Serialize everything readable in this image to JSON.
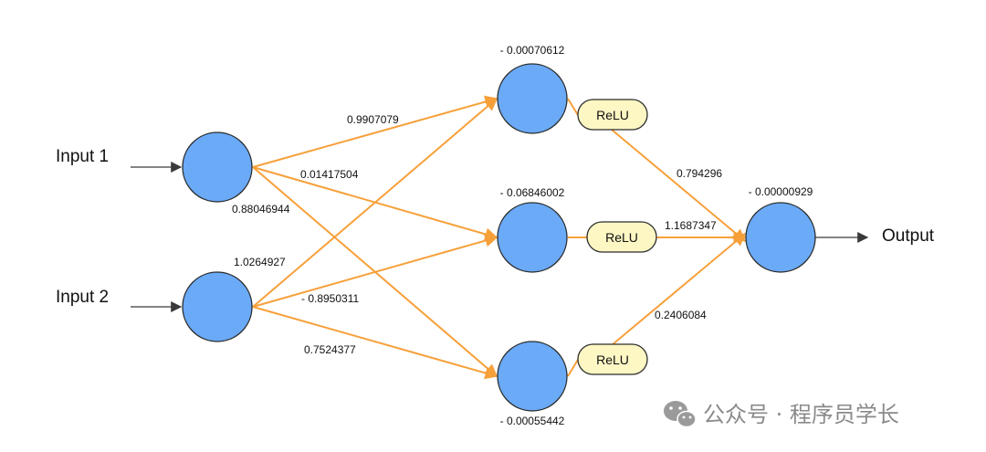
{
  "inputs": {
    "input1_label": "Input 1",
    "input2_label": "Input 2"
  },
  "output": {
    "label": "Output",
    "bias": "- 0.00000929"
  },
  "hidden": {
    "h1_bias": "- 0.00070612",
    "h2_bias": "- 0.06846002",
    "h3_bias": "- 0.00055442"
  },
  "activation": {
    "relu1": "ReLU",
    "relu2": "ReLU",
    "relu3": "ReLU"
  },
  "weights": {
    "w_i1_h1": "0.9907079",
    "w_i1_h2": "0.01417504",
    "w_i1_h3": "0.88046944",
    "w_i2_h1": "1.0264927",
    "w_i2_h2": "- 0.8950311",
    "w_i2_h3": "0.7524377",
    "w_h1_o": "0.794296",
    "w_h2_o": "1.1687347",
    "w_h3_o": "0.2406084"
  },
  "watermark": {
    "text": "公众号 · 程序员学长"
  },
  "colors": {
    "node_fill": "#6aaaf7",
    "node_stroke": "#2c2c2c",
    "edge": "#f7a03a",
    "relu_fill": "#fdf7c4",
    "arrow_in": "#3a3a3a"
  }
}
